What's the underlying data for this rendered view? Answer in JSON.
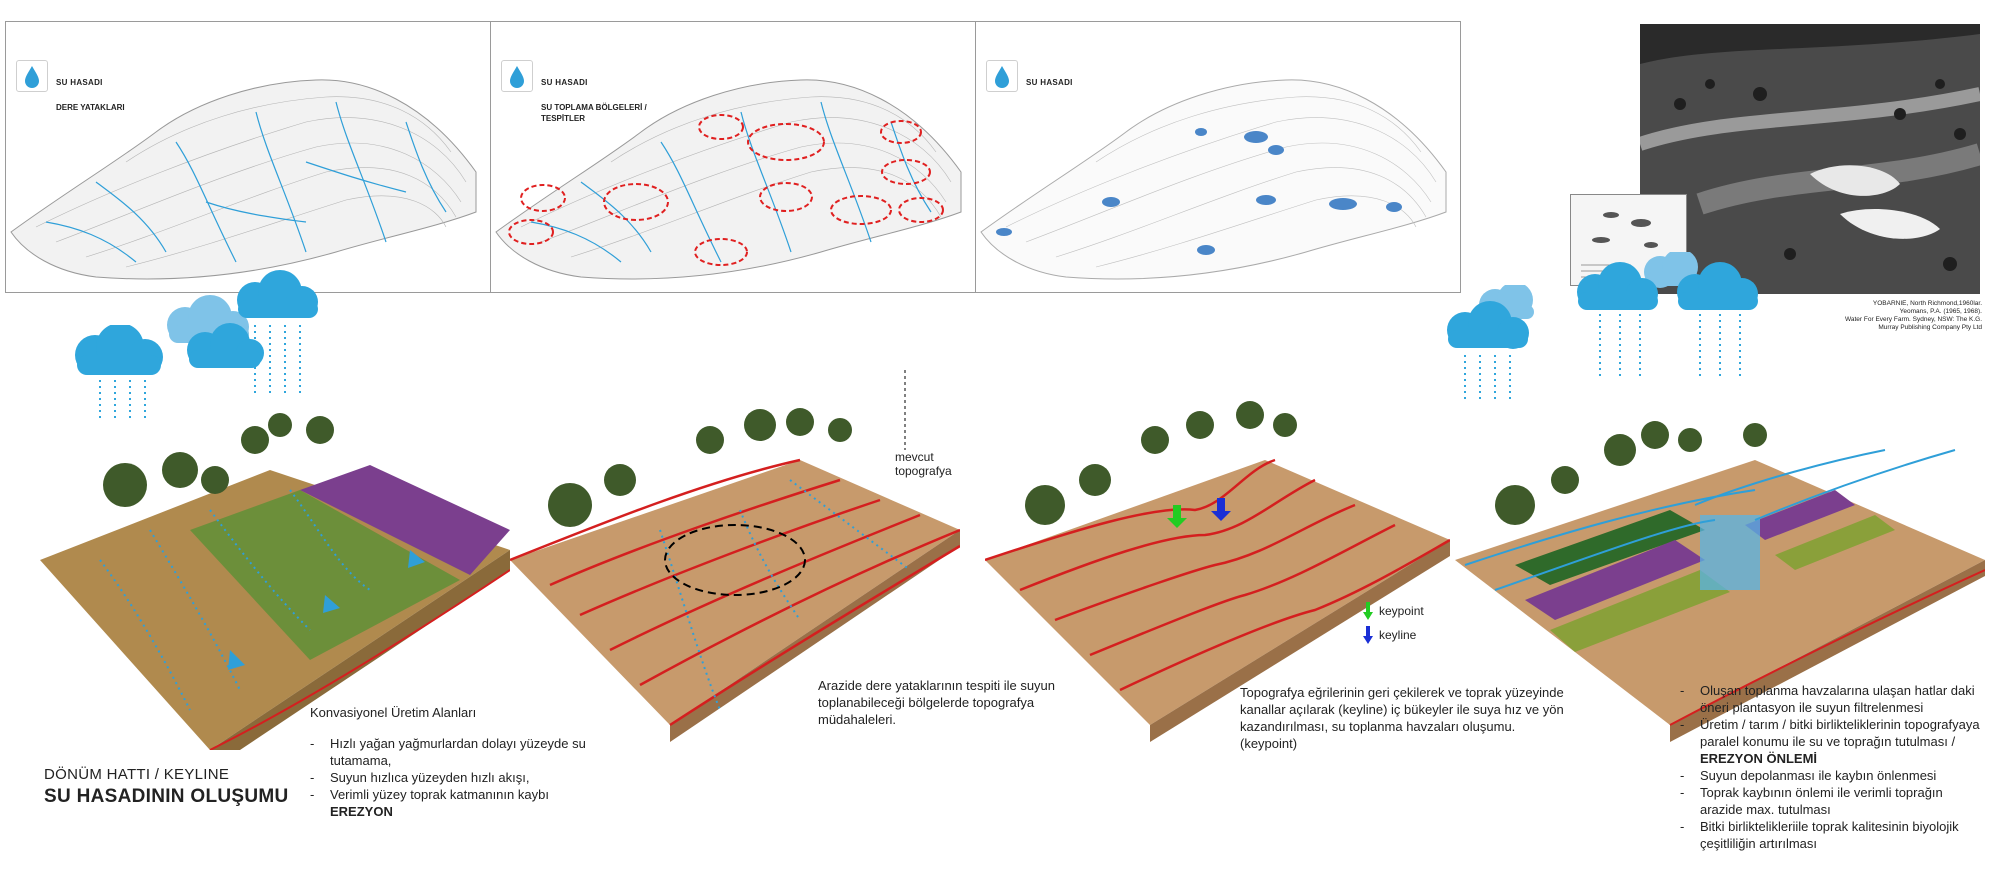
{
  "top_panels": [
    {
      "title": "SU HASADI",
      "subtitle": "DERE YATAKLARI"
    },
    {
      "title": "SU HASADI",
      "subtitle": "SU TOPLAMA BÖLGELERİ / TESPİTLER"
    },
    {
      "title": "SU HASADI",
      "subtitle": ""
    }
  ],
  "photo_caption": {
    "line1": "YOBARNIE, North Richmond,1960lar.",
    "line2": "Yeomans, P.A. (1965, 1968).",
    "line3": "Water For Every Farm. Sydney, NSW: The K.G.",
    "line4": "Murray Publishing Company Pty Ltd"
  },
  "heading": {
    "subtitle": "DÖNÜM HATTI / KEYLINE",
    "title": "SU HASADININ OLUŞUMU"
  },
  "scene1": {
    "title": "Konvasiyonel Üretim Alanları",
    "items": [
      "Hızlı yağan yağmurlardan dolayı yüzeyde su tutamama,",
      "Suyun hızlıca yüzeyden hızlı akışı,",
      "Verimli yüzey toprak katmanının kaybı"
    ],
    "emphasis": "EREZYON"
  },
  "scene2": {
    "callout": "mevcut topografya",
    "text": "Arazide dere yataklarının tespiti ile suyun toplanabileceği bölgelerde topografya müdahaleleri."
  },
  "scene3": {
    "legend": [
      {
        "label": "keypoint",
        "color": "#22cc22"
      },
      {
        "label": "keyline",
        "color": "#1a2fd6"
      }
    ],
    "text": "Topografya eğrilerinin geri çekilerek ve toprak yüzeyinde kanallar açılarak (keyline) iç bükeyler ile suya hız ve yön kazandırılması, su toplanma havzaları oluşumu. (keypoint)"
  },
  "scene4": {
    "items": [
      {
        "text": "Oluşan toplanma havzalarına ulaşan hatlar daki öneri plantasyon ile suyun filtrelenmesi",
        "bold": ""
      },
      {
        "text": "Üretim / tarım / bitki birlikteliklerinin topografyaya paralel konumu ile su ve toprağın tutulması / ",
        "bold": "EREZYON ÖNLEMİ"
      },
      {
        "text": "Suyun depolanması ile kaybın önlenmesi",
        "bold": ""
      },
      {
        "text": "Toprak kaybının önlemi ile verimli toprağın arazide max. tutulması",
        "bold": ""
      },
      {
        "text": "Bitki birliktelikleriile toprak kalitesinin biyolojik çeşitliliğin artırılması",
        "bold": ""
      }
    ]
  },
  "colors": {
    "water_blue": "#2f9fd8",
    "cloud_blue": "#2fa6dc",
    "contour_red": "#d41f1f",
    "soil": "#c79a6c",
    "lavender": "#7b3f8e"
  }
}
